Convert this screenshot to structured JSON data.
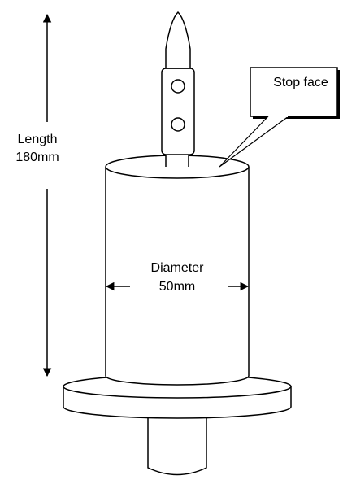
{
  "labels": {
    "length_label": "Length",
    "length_value": "180mm",
    "diameter_label": "Diameter",
    "diameter_value": "50mm",
    "stop_face": "Stop face"
  },
  "colors": {
    "stroke": "#000000",
    "fill": "#ffffff"
  }
}
